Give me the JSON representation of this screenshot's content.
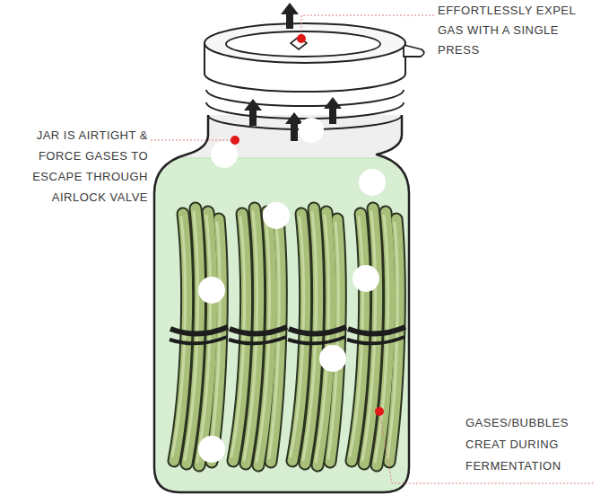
{
  "diagram": {
    "labels": [
      "EFFORTLESSLY EXPEL GAS WITH A SINGLE PRESS",
      "JAR IS AIRTIGHT & FORCE GASES TO ESCAPE THROUGH AIRLOCK VALVE",
      "GASES/BUBBLES CREAT DURING FERMENTATION"
    ]
  }
}
